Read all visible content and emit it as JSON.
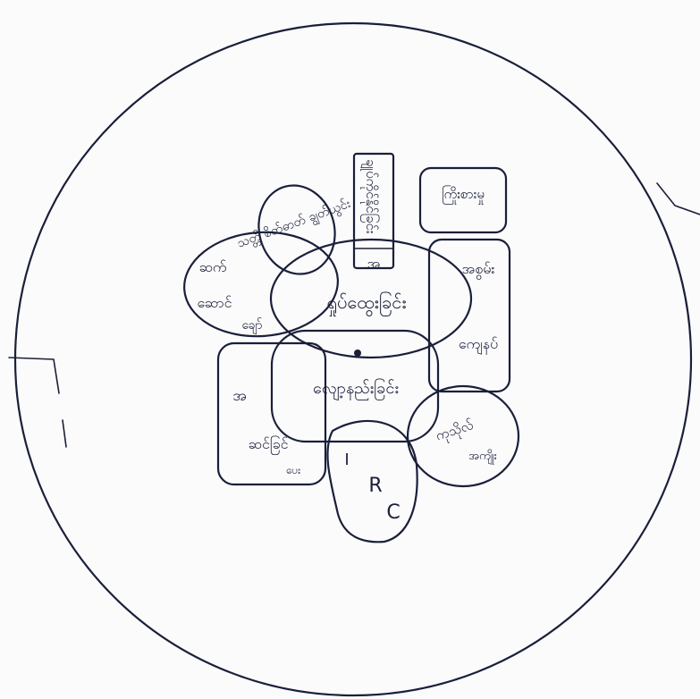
{
  "colors": {
    "paper": "#fbfbfb",
    "ink": "#1a1f3a"
  },
  "labels": {
    "center_top": "ရှုပ်ထွေးခြင်း",
    "center_bottom": "လျော့နည်းခြင်း",
    "top_left_oval": "သတ္တိ စိတ်ဓာတ် ချွတ်ယွင်း",
    "top_box_vertical": "ချုပ်ကိုင်နိုင်ခြင်း",
    "top_box_bottom": "အ",
    "top_right_box": "ကြိုးစားမှု",
    "right_box_top": "အစွမ်း",
    "right_box_bottom": "ကျေနပ်",
    "left_oval_1": "ဆက်",
    "left_oval_2": "ဆောင်",
    "left_oval_3": "ချော်",
    "bottom_left_box_1": "အ",
    "bottom_left_box_2": "ဆင်ခြင်",
    "bottom_left_box_3": "ပေး",
    "bottom_right_circle_1": "ကုသိုလ်",
    "bottom_right_circle_2": "အကျိုး",
    "bottom_circle_1": "I",
    "bottom_circle_2": "R",
    "bottom_circle_3": "C"
  }
}
